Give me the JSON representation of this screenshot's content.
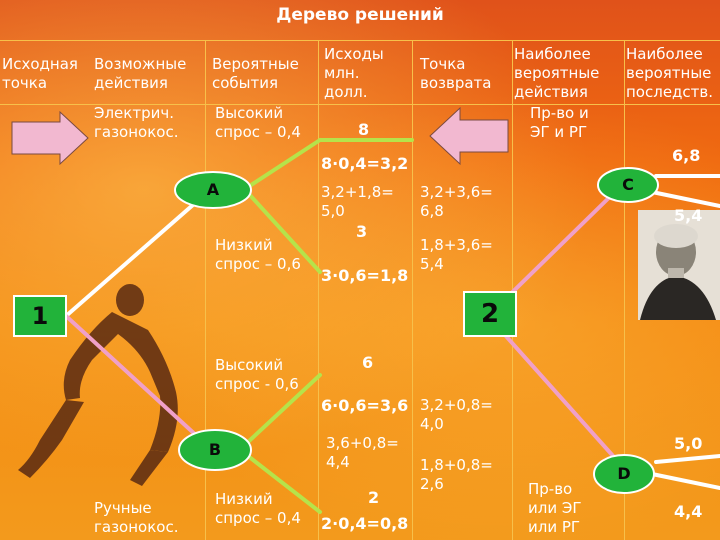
{
  "title": "Дерево решений",
  "headers": {
    "col1": "Исходная\nточка",
    "col2": "Возможные\nдействия",
    "col3": "Вероятные\nсобытия",
    "col4": "Исходы\nмлн.\nдолл.",
    "col5": "Точка\nвозврата",
    "col6": "Наиболее\nвероятные\nдействия",
    "col7": "Наиболее\nвероятные\nпоследств."
  },
  "actions": {
    "electric": "Электрич.\nгазонокос.",
    "manual": "Ручные\nгазонокос."
  },
  "events": {
    "high1": "Высокий\nспрос – 0,4",
    "low1": "Низкий\nспрос – 0,6",
    "high2": "Высокий\nспрос - 0,6",
    "low2": "Низкий\nспрос – 0,4"
  },
  "outcomes": {
    "v8": "8",
    "c1": "8·0,4=3,2",
    "sum1": "3,2+1,8=\n5,0",
    "v3": "3",
    "c2": "3·0,6=1,8",
    "v6": "6",
    "c3": "6·0,6=3,6",
    "sum2": "3,6+0,8=\n4,4",
    "v2": "2",
    "c4": "2·0,4=0,8"
  },
  "return_calcs": {
    "r1": "3,2+3,6=\n6,8",
    "r2": "1,8+3,6=\n5,4",
    "r3": "3,2+0,8=\n4,0",
    "r4": "1,8+0,8=\n2,6"
  },
  "likely_actions": {
    "top": "Пр-во и\nЭГ и РГ",
    "bottom": "Пр-во\nили ЭГ\nили РГ"
  },
  "consequences": {
    "v68": "6,8",
    "v54": "5,4",
    "v50": "5,0",
    "v44": "4,4"
  },
  "nodes": {
    "one": "1",
    "two": "2",
    "a": "A",
    "b": "B",
    "c": "C",
    "d": "D"
  },
  "colors": {
    "green_branch": "#b6e34a",
    "pink_branch": "#f0a0c8",
    "white_branch": "#ffffff",
    "node_green": "#22b33a",
    "grid_line": "#f7c04a"
  }
}
